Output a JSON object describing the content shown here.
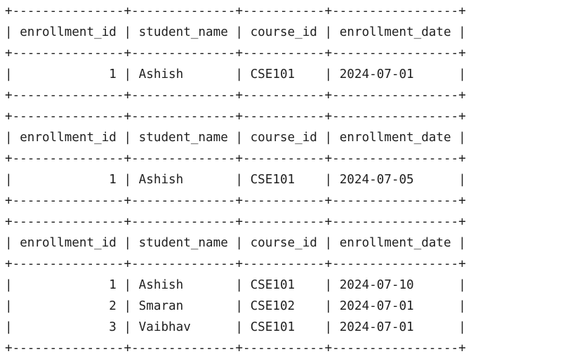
{
  "tables": [
    {
      "columns": [
        "enrollment_id",
        "student_name",
        "course_id",
        "enrollment_date"
      ],
      "rows": [
        [
          "1",
          "Ashish",
          "CSE101",
          "2024-07-01"
        ]
      ]
    },
    {
      "columns": [
        "enrollment_id",
        "student_name",
        "course_id",
        "enrollment_date"
      ],
      "rows": [
        [
          "1",
          "Ashish",
          "CSE101",
          "2024-07-05"
        ]
      ]
    },
    {
      "columns": [
        "enrollment_id",
        "student_name",
        "course_id",
        "enrollment_date"
      ],
      "rows": [
        [
          "1",
          "Ashish",
          "CSE101",
          "2024-07-10"
        ],
        [
          "2",
          "Smaran",
          "CSE102",
          "2024-07-01"
        ],
        [
          "3",
          "Vaibhav",
          "CSE101",
          "2024-07-01"
        ]
      ]
    }
  ]
}
